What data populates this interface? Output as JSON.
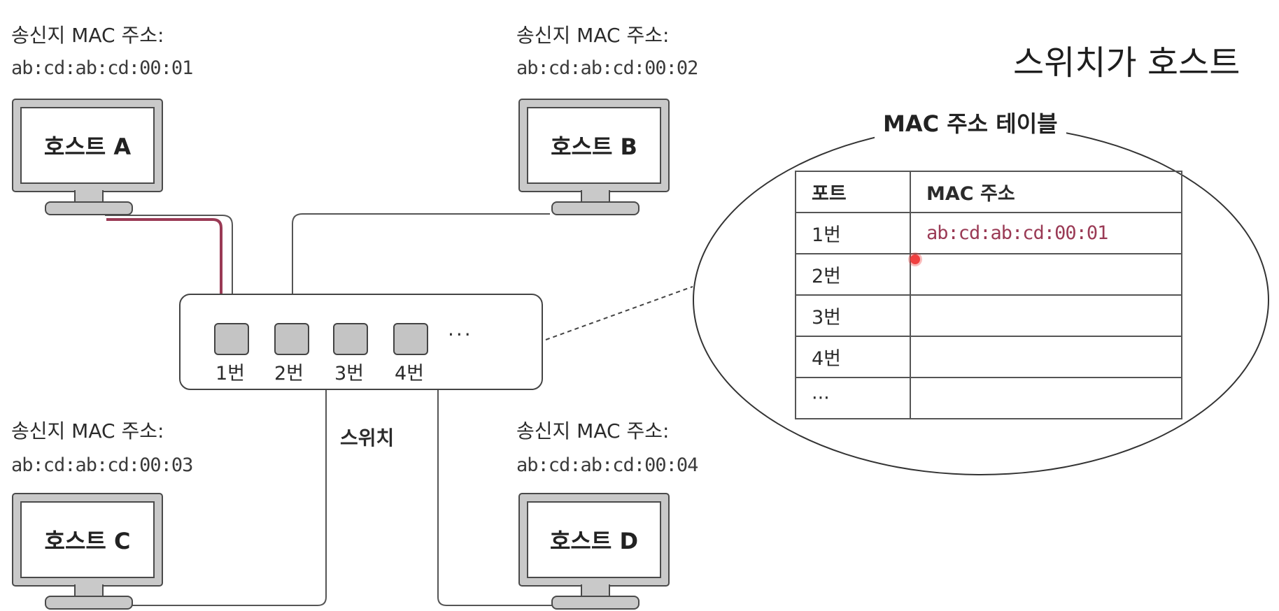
{
  "title": "스위치가 호스트",
  "hosts": [
    {
      "name": "호스트 A",
      "sender_label": "송신지 MAC 주소:",
      "mac": "ab:cd:ab:cd:00:01"
    },
    {
      "name": "호스트 B",
      "sender_label": "송신지 MAC 주소:",
      "mac": "ab:cd:ab:cd:00:02"
    },
    {
      "name": "호스트 C",
      "sender_label": "송신지 MAC 주소:",
      "mac": "ab:cd:ab:cd:00:03"
    },
    {
      "name": "호스트 D",
      "sender_label": "송신지 MAC 주소:",
      "mac": "ab:cd:ab:cd:00:04"
    }
  ],
  "switch": {
    "label": "스위치",
    "ports": [
      "1번",
      "2번",
      "3번",
      "4번"
    ],
    "more": "···"
  },
  "mac_table": {
    "caption": "MAC 주소 테이블",
    "headers": [
      "포트",
      "MAC 주소"
    ],
    "rows": [
      [
        "1번",
        "ab:cd:ab:cd:00:01"
      ],
      [
        "2번",
        ""
      ],
      [
        "3번",
        ""
      ],
      [
        "4번",
        ""
      ],
      [
        "···",
        ""
      ]
    ]
  },
  "colors": {
    "highlight": "#9a3a55",
    "line": "#555555",
    "device_fill": "#c9c9c9"
  }
}
